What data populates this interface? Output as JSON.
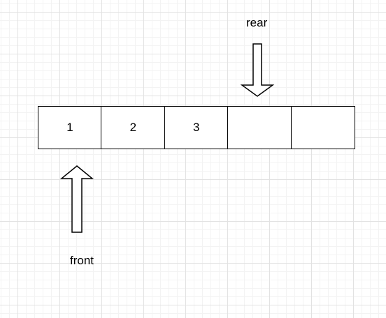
{
  "diagram": {
    "cells": [
      "1",
      "2",
      "3",
      "",
      ""
    ],
    "rear_label": "rear",
    "front_label": "front",
    "rear_arrow_direction": "down",
    "front_arrow_direction": "up",
    "rear_points_to_cell_index": 3,
    "front_points_to_cell_index": 0
  },
  "colors": {
    "stroke": "#000000",
    "fill": "#ffffff",
    "grid": "#e2e2e2"
  }
}
